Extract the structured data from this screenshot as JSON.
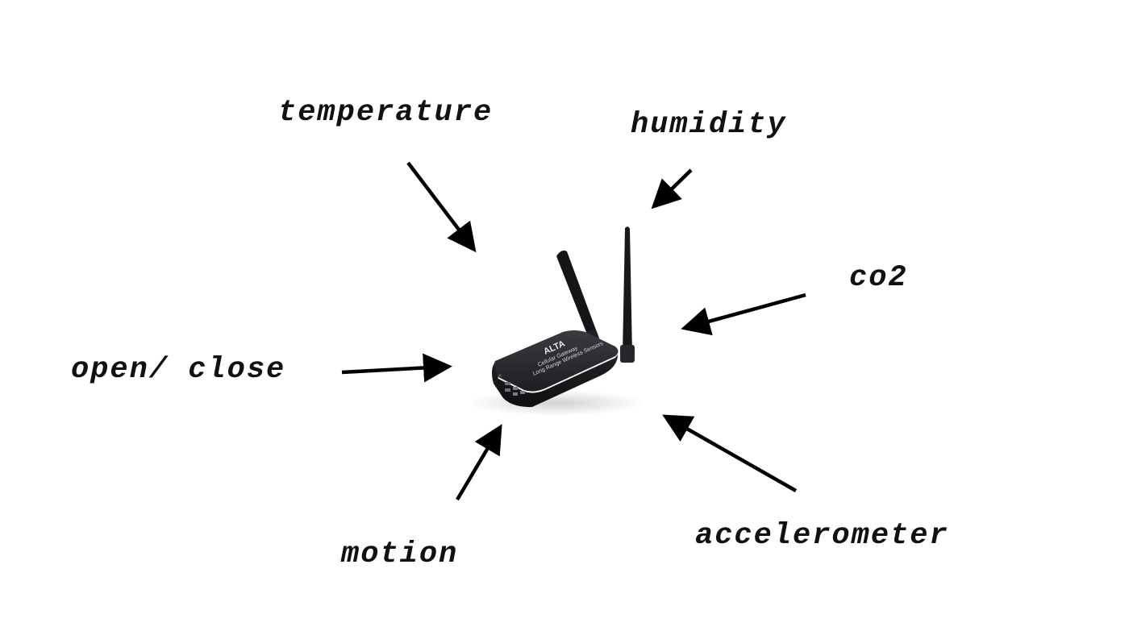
{
  "labels": {
    "temperature": "temperature",
    "humidity": "humidity",
    "co2": "co2",
    "open_close": "open/ close",
    "motion": "motion",
    "accelerometer": "accelerometer"
  },
  "device": {
    "logo": "ALTA",
    "line1": "Cellular Gateway",
    "line2": "Long Range Wireless Sensors"
  },
  "colors": {
    "text": "#111111",
    "arrow": "#000000",
    "device_body": "#1b1b1e",
    "background": "#ffffff"
  }
}
